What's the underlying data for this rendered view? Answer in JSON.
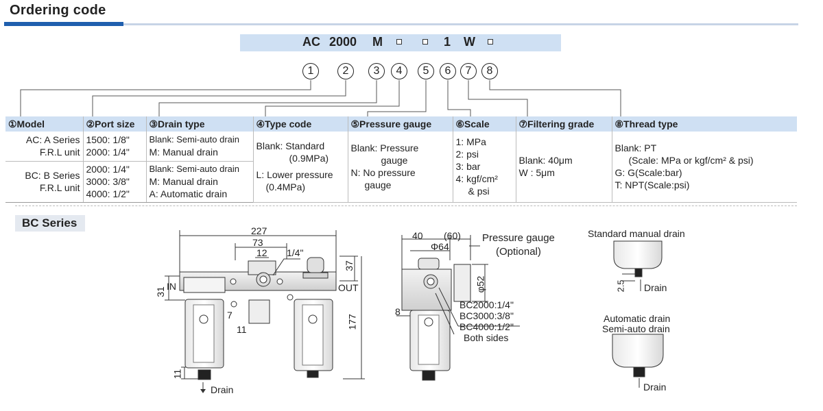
{
  "title": "Ordering code",
  "code": {
    "ac": "AC",
    "size": "2000",
    "m": "M",
    "one": "1",
    "w": "W"
  },
  "circles": [
    "1",
    "2",
    "3",
    "4",
    "5",
    "6",
    "7",
    "8"
  ],
  "headers": [
    "①Model",
    "②Port size",
    "③Drain type",
    "④Type code",
    "⑤Pressure gauge",
    "⑥Scale",
    "⑦Filtering grade",
    "⑧Thread type"
  ],
  "model": {
    "ac_line1": "AC: A Series",
    "ac_line2": "F.R.L unit",
    "bc_line1": "BC: B Series",
    "bc_line2": "F.R.L unit"
  },
  "port_size": {
    "ac": [
      "1500: 1/8\"",
      "2000: 1/4\""
    ],
    "bc": [
      "2000: 1/4\"",
      "3000: 3/8\"",
      "4000: 1/2\""
    ]
  },
  "drain_type": {
    "ac": [
      "Blank: Semi-auto drain",
      "M: Manual drain"
    ],
    "bc": [
      "Blank: Semi-auto drain",
      "M: Manual drain",
      "A: Automatic drain"
    ]
  },
  "type_code": [
    "Blank: Standard",
    "(0.9MPa)",
    "L: Lower pressure",
    "(0.4MPa)"
  ],
  "pressure_gauge": [
    "Blank: Pressure",
    "gauge",
    "N: No pressure",
    "gauge"
  ],
  "scale": [
    "1: MPa",
    "2: psi",
    "3: bar",
    "4: kgf/cm²",
    "& psi"
  ],
  "filtering": [
    "Blank: 40μm",
    "W : 5μm"
  ],
  "thread": [
    "Blank: PT",
    "(Scale: MPa or  kgf/cm² & psi)",
    "G: G(Scale:bar)",
    "T: NPT(Scale:psi)"
  ],
  "bc_series": "BC Series",
  "dims": {
    "d227": "227",
    "d73": "73",
    "d12": "12",
    "d14": "1/4\"",
    "d37": "37",
    "d31": "31",
    "in": "IN",
    "out": "OUT",
    "d7": "7",
    "d11a": "11",
    "d177": "177",
    "d11b": "11",
    "drain": "Drain",
    "d40": "40",
    "d60": "(60)",
    "d64": "Φ64",
    "d52": "φ52",
    "d8": "8",
    "pg1": "Pressure gauge",
    "pg2": "(Optional)",
    "bc2000": "BC2000:1/4\"",
    "bc3000": "BC3000:3/8\"",
    "bc4000": "BC4000:1/2\"",
    "both": "Both sides",
    "smd": "Standard manual drain",
    "d25": "2.5",
    "drain2": "Drain",
    "auto1": "Automatic drain",
    "auto2": "Semi-auto drain",
    "drain3": "Drain"
  }
}
